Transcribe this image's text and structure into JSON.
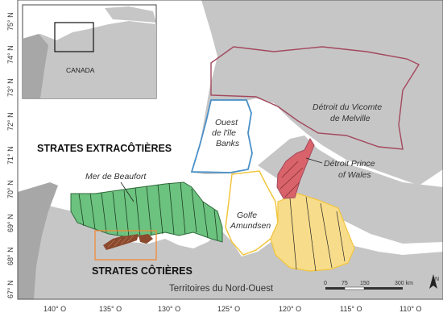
{
  "labels": {
    "canada": "CANADA",
    "strates_extracotieres": "STRATES EXTRACÔTIÈRES",
    "strates_cotieres": "STRATES CÔTIÈRES",
    "mer_beaufort": "Mer de Beaufort",
    "ouest_line1": "Ouest",
    "ouest_line2": "de l'île",
    "ouest_line3": "Banks",
    "vicomte_line1": "Détroit du Vicomte",
    "vicomte_line2": "de Melville",
    "prince_line1": "Détroit Prince",
    "prince_line2": "of Wales",
    "amundsen_line1": "Golfe",
    "amundsen_line2": "Amundsen",
    "territoires": "Territoires du Nord-Ouest",
    "north": "N"
  },
  "lat_ticks": [
    "75° N",
    "74° N",
    "73° N",
    "72° N",
    "71° N",
    "70° N",
    "69° N",
    "68° N",
    "67° N"
  ],
  "lon_ticks": [
    "140° O",
    "135° O",
    "130° O",
    "125° O",
    "120° O",
    "115° O",
    "110° O"
  ],
  "scale_bar": {
    "ticks": [
      "0",
      "75",
      "150"
    ],
    "end_label": "300 km"
  },
  "colors": {
    "sea": "#ffffff",
    "land": "#c6c6c6",
    "land_dark": "#a7a7a7",
    "offshore_beaufort": "#6cc27f",
    "coastal": "#8b4a2e",
    "prince_of_wales": "#d9636a",
    "amundsen": "#f7dc8b",
    "vicomte_border": "#a3485e",
    "banks_border": "#4a90c8",
    "coastal_box": "#f08a38"
  }
}
